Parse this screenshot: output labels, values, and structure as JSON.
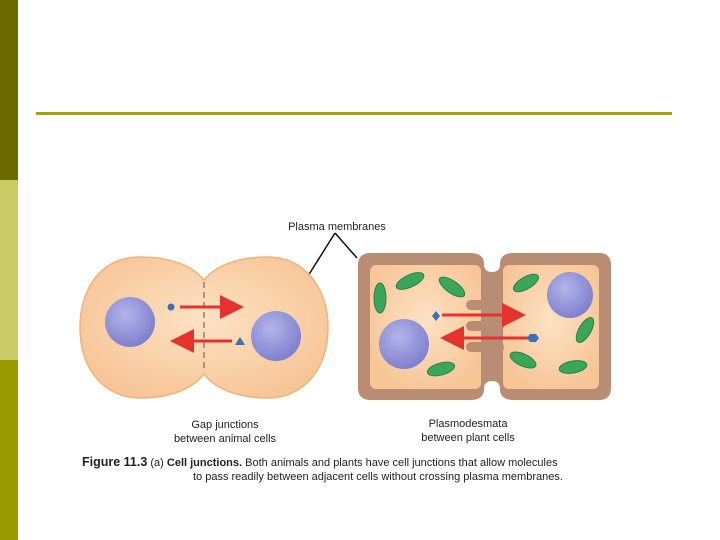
{
  "labels": {
    "plasma_membranes": "Plasma membranes",
    "gap_line1": "Gap junctions",
    "gap_line2": "between animal cells",
    "plasmo_line1": "Plasmodesmata",
    "plasmo_line2": "between plant cells"
  },
  "caption": {
    "figure": "Figure 11.3",
    "part": "(a)",
    "heading": "Cell junctions.",
    "text_line1": "Both animals and plants have cell junctions that allow molecules",
    "text_line2": "to pass readily between adjacent cells without crossing plasma membranes."
  },
  "colors": {
    "sidebar_dark": "#6b6b00",
    "sidebar_light": "#cccc66",
    "sidebar_mid": "#999900",
    "rule": "#a3a300",
    "animal_cell": "#fbd3a8",
    "plant_wall": "#b98c74",
    "nucleus": "#8d8ed6",
    "chloroplast": "#3aa65a",
    "arrow": "#e5322d",
    "molecule": "#3b6fb8"
  }
}
